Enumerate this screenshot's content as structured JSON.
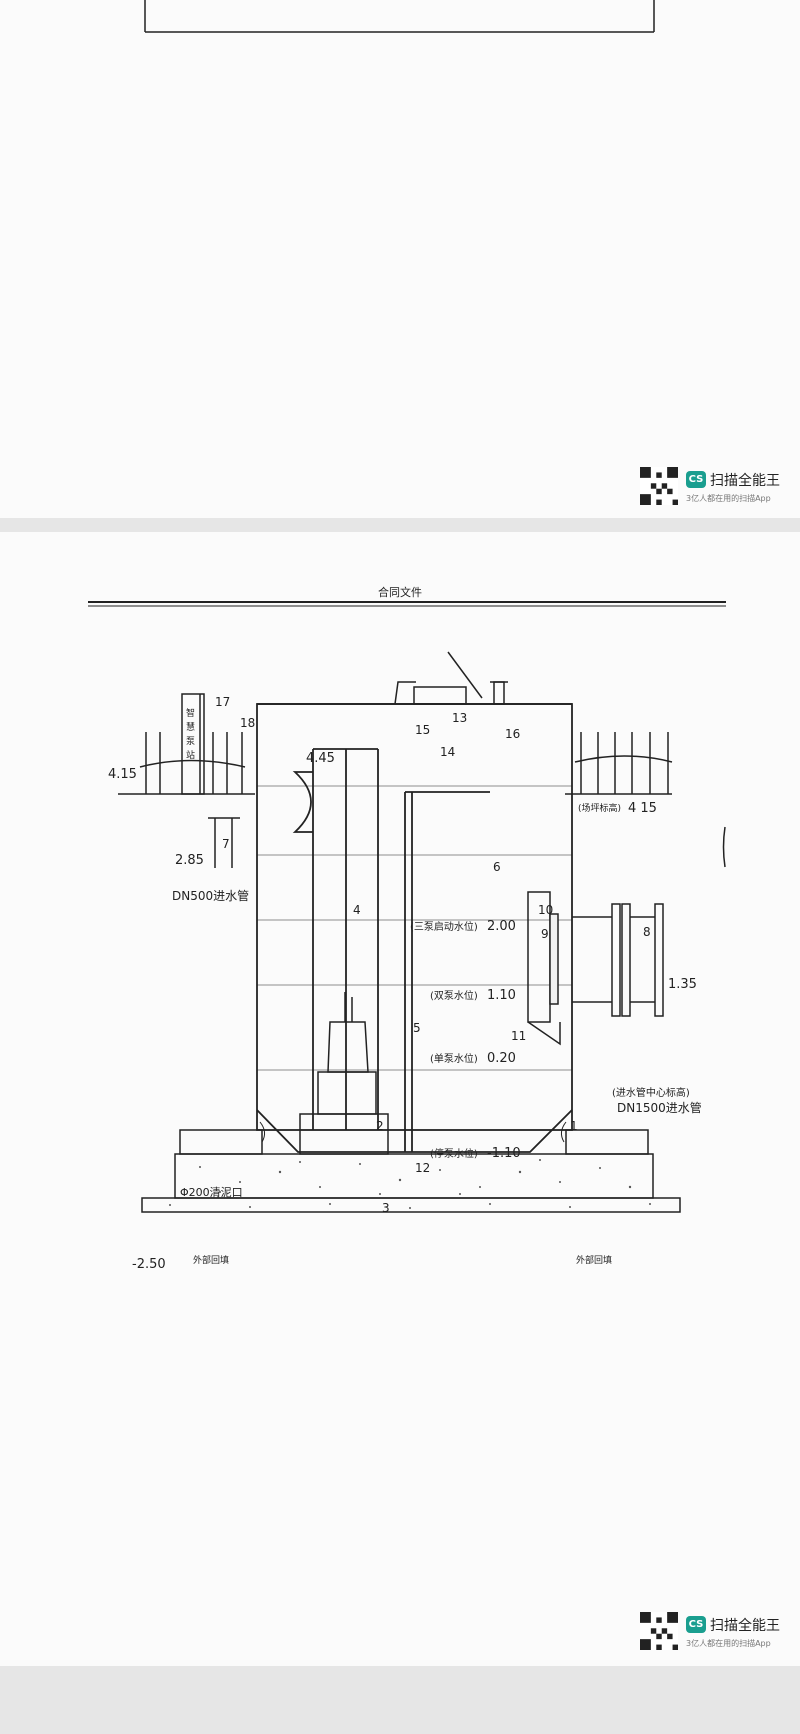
{
  "watermark": {
    "brand": "扫描全能王",
    "tagline": "3亿人都在用的扫描App",
    "logo_text": "CS"
  },
  "page2": {
    "header_title": "合同文件"
  },
  "drawing": {
    "elevations": {
      "left_ground": "4.15",
      "top": "4.45",
      "right_ground": "4 15",
      "pipe_top": "2.85",
      "outlet_center": "1.35",
      "bottom": "-2.50"
    },
    "levels": [
      {
        "label": "(三泵启动水位)",
        "value": "2.00"
      },
      {
        "label": "(双泵水位)",
        "value": "1.10"
      },
      {
        "label": "(单泵水位)",
        "value": "0.20"
      },
      {
        "label": "(停泵水位)",
        "value": "-1.10"
      }
    ],
    "labels": {
      "inlet_pipe": "DN500进水管",
      "outlet_pipe": "DN1500进水管",
      "outlet_center": "(进水管中心标高)",
      "ground_level": "(场坪标高)",
      "drain": "Φ200清泥口",
      "backfill_left": "外部回填",
      "backfill_right": "外部回填",
      "sign_text": "智慧泵站"
    },
    "callouts": [
      "1",
      "2",
      "3",
      "4",
      "5",
      "6",
      "7",
      "8",
      "9",
      "10",
      "11",
      "12",
      "13",
      "14",
      "15",
      "16",
      "17",
      "18"
    ]
  }
}
